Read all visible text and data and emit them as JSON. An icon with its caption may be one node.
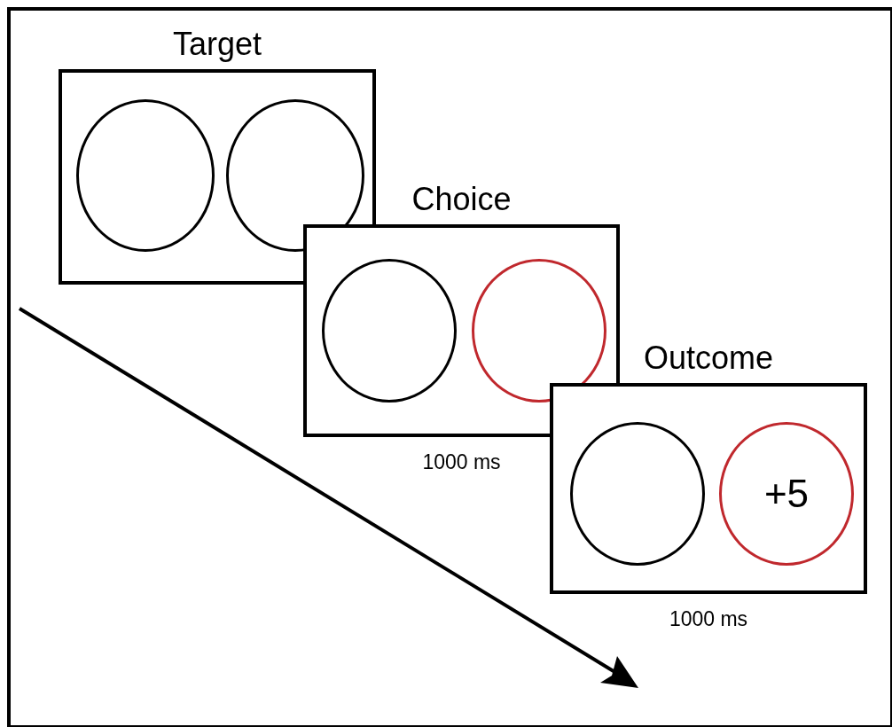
{
  "diagram": {
    "nodes": [
      {
        "text": [
          "Target"
        ]
      },
      {
        "text": [],
        "shape": "circle",
        "in": 0
      },
      {
        "text": [],
        "shape": "circle",
        "in": 0
      },
      {
        "text": [
          "Choice"
        ],
        "beside": [
          "1000 ms"
        ]
      },
      {
        "text": [],
        "shape": "circle",
        "in": 3
      },
      {
        "text": [],
        "shape": "circle",
        "in": 3
      },
      {
        "text": [
          "Outcome"
        ],
        "beside": [
          "1000 ms"
        ]
      },
      {
        "text": [],
        "shape": "circle",
        "in": 6
      },
      {
        "text": [
          "+5"
        ],
        "in": 6
      }
    ],
    "edges": []
  }
}
